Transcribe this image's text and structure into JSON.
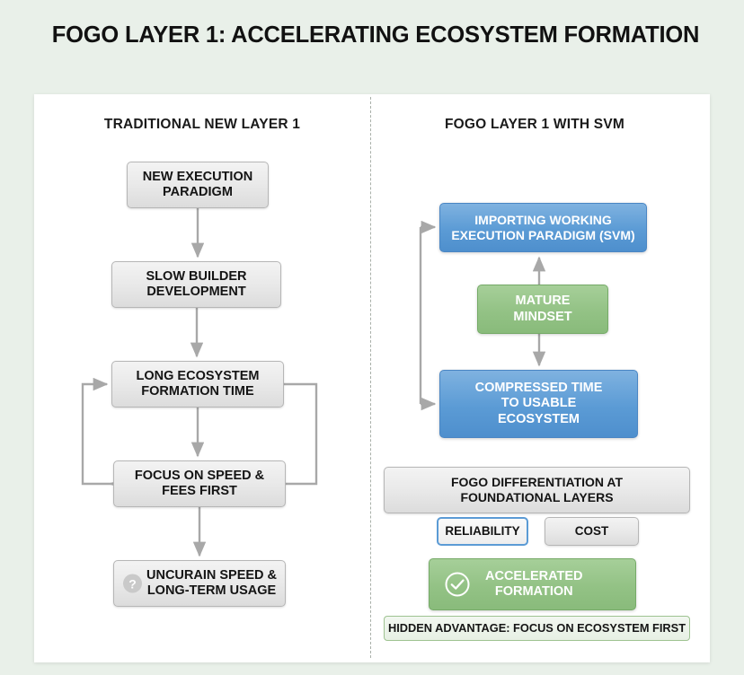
{
  "title": "FOGO LAYER 1: ACCELERATING ECOSYSTEM FORMATION",
  "colors": {
    "page_background": "#e9f0e9",
    "panel_background": "#ffffff",
    "blue": "#5b9bd5",
    "green": "#93c285",
    "gray_box": "#e9e9e9",
    "arrow": "#a0a0a0",
    "text_dark": "#141414"
  },
  "columns": {
    "left": {
      "heading": "TRADITIONAL NEW LAYER 1",
      "nodes": [
        {
          "id": "new-execution-paradigm",
          "label": "NEW EXECUTION\nPARADIGM",
          "style": "gray"
        },
        {
          "id": "slow-builder-development",
          "label": "SLOW BUILDER\nDEVELOPMENT",
          "style": "gray"
        },
        {
          "id": "long-ecosystem-formation",
          "label": "LONG ECOSYSTEM\nFORMATION TIME",
          "style": "gray"
        },
        {
          "id": "focus-on-speed-fees",
          "label": "FOCUS ON SPEED &\nFEES FIRST",
          "style": "gray"
        },
        {
          "id": "uncurain-speed-usage",
          "label": "UNCURAIN SPEED &\nLONG-TERM USAGE",
          "style": "gray",
          "icon": "question-mark-icon"
        }
      ]
    },
    "right": {
      "heading": "FOGO LAYER 1 WITH SVM",
      "nodes": [
        {
          "id": "importing-working-execution-paradigm",
          "label": "IMPORTING WORKING\nEXECUTION PARADIGM (SVM)",
          "style": "blue"
        },
        {
          "id": "mature-mindset",
          "label": "MATURE\nMINDSET",
          "style": "green"
        },
        {
          "id": "compressed-time",
          "label": "COMPRESSED TIME\nTO USABLE\nECOSYSTEM",
          "style": "blue"
        },
        {
          "id": "fogo-differentiation",
          "label": "FOGO DIFFERENTIATION AT\nFOUNDATIONAL LAYERS",
          "style": "gray"
        },
        {
          "id": "reliability",
          "label": "RELIABILITY",
          "style": "blue-outline"
        },
        {
          "id": "cost",
          "label": "COST",
          "style": "gray"
        },
        {
          "id": "accelerated-formation",
          "label": "ACCELERATED\nFORMATION",
          "style": "green",
          "icon": "check-circle-icon"
        },
        {
          "id": "hidden-advantage",
          "label": "HIDDEN ADVANTAGE: FOCUS ON ECOSYSTEM FIRST",
          "style": "green-light"
        }
      ]
    }
  }
}
